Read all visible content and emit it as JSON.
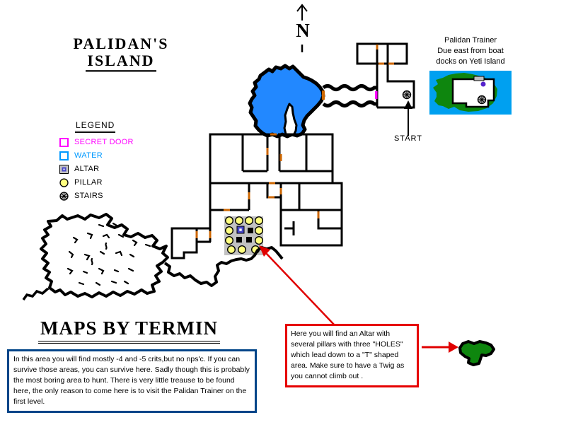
{
  "title": {
    "line1": "PALIDAN'S",
    "line2": "ISLAND"
  },
  "compass": {
    "letter": "N"
  },
  "legend": {
    "heading": "LEGEND",
    "items": [
      {
        "icon": "secret-door-icon",
        "label": "SECRET DOOR",
        "color": "#FF00FF"
      },
      {
        "icon": "water-icon",
        "label": "WATER",
        "color": "#0099FF"
      },
      {
        "icon": "altar-icon",
        "label": "ALTAR",
        "color": "#000000"
      },
      {
        "icon": "pillar-icon",
        "label": "PILLAR",
        "color": "#000000"
      },
      {
        "icon": "stairs-icon",
        "label": "STAIRS",
        "color": "#000000"
      }
    ]
  },
  "trainer_note": {
    "lines": [
      "Palidan Trainer",
      "Due east from boat",
      "docks on Yeti Island"
    ]
  },
  "map": {
    "start_label": "START",
    "pillar_room": {
      "pillars": 11,
      "holes": 3,
      "altars": 1
    },
    "secret_doors_visible": 1,
    "door_color": "#CC6600",
    "secret_door_color": "#FF00FF",
    "water_color": "#2288FF",
    "sea_color": "#00A0F0",
    "island_green": "#0E860E",
    "arrow_color": "#E00000"
  },
  "credit": "MAPS BY TERMIN",
  "altar_note": "Here you will find an Altar with several pillars with three \"HOLES\" which lead down to a \"T\" shaped area. Make sure to have a Twig as you cannot climb out .",
  "area_note": "In this area you will find mostly -4 and -5 crits,but no nps'c. If you can survive those areas, you can survive here. Sadly though this is probably the most boring area to hunt. There is very little treause to be found here, the only reason to come here is to visit the Palidan Trainer on the first level."
}
